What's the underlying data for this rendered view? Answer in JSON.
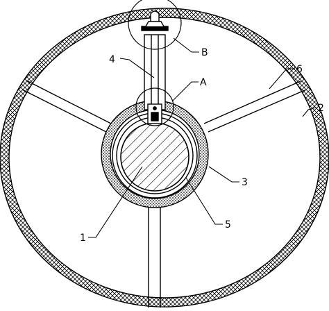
{
  "labels": {
    "one": "1",
    "two": "2",
    "three": "3",
    "four": "4",
    "five": "5",
    "six": "6",
    "a": "A",
    "b": "B"
  },
  "colors": {
    "stroke": "#000000",
    "background": "#ffffff"
  }
}
